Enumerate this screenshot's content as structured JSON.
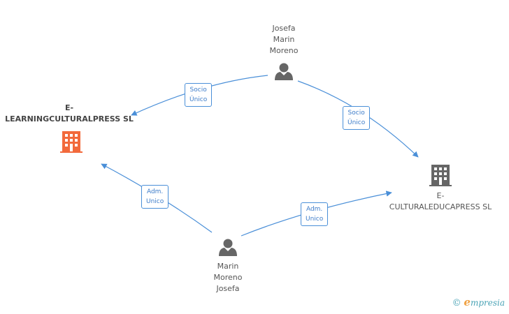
{
  "nodes": {
    "josefa": {
      "name_lines": [
        "Josefa",
        "Marin",
        "Moreno"
      ],
      "icon": "person-icon"
    },
    "marin": {
      "name_lines": [
        "Marin",
        "Moreno",
        "Josefa"
      ],
      "icon": "person-icon"
    },
    "elearning": {
      "name_lines": [
        "E-",
        "LEARNINGCULTURALPRESS SL"
      ],
      "icon": "building-icon",
      "color": "#f26a3c"
    },
    "educapress": {
      "name_lines": [
        "E-",
        "CULTURALEDUCAPRESS SL"
      ],
      "icon": "building-icon",
      "color": "#666666"
    }
  },
  "edges": {
    "josefa_elearning": {
      "label_lines": [
        "Socio",
        "Único"
      ]
    },
    "josefa_educapress": {
      "label_lines": [
        "Socio",
        "Único"
      ]
    },
    "marin_elearning": {
      "label_lines": [
        "Adm.",
        "Unico"
      ]
    },
    "marin_educapress": {
      "label_lines": [
        "Adm.",
        "Unico"
      ]
    }
  },
  "colors": {
    "edge": "#4a8fd8",
    "person": "#666666",
    "highlight_company": "#f26a3c",
    "company": "#666666"
  },
  "watermark": {
    "copyright": "©",
    "e": "e",
    "brand": "mpresia"
  }
}
